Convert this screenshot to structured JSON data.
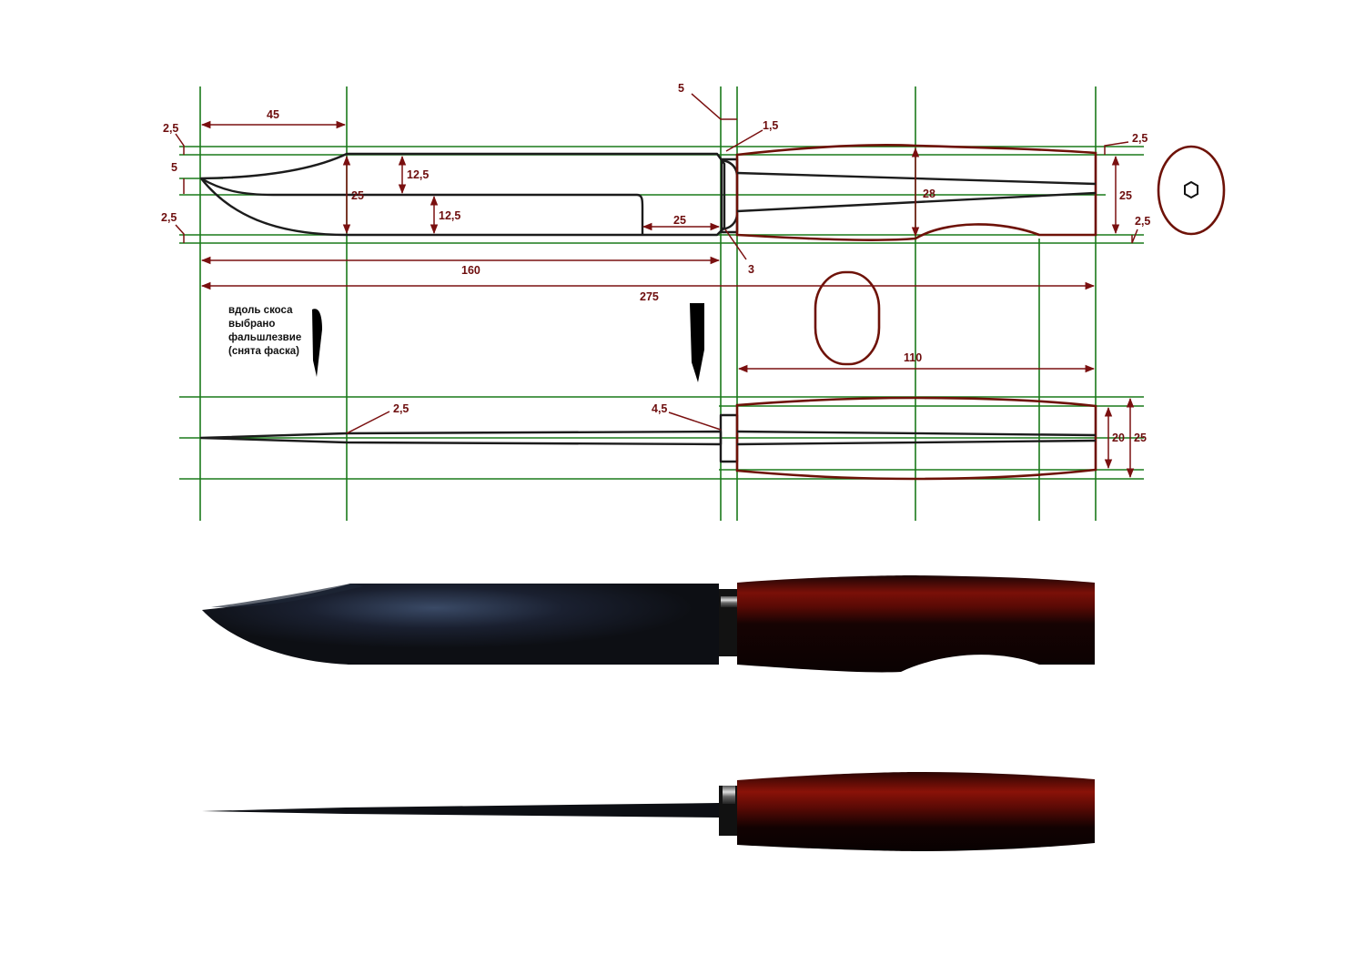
{
  "dimensions": {
    "d45": "45",
    "d5_ricasso": "5",
    "d1_5": "1,5",
    "d2_5_top_left": "2,5",
    "d5_tip": "5",
    "d2_5_bottom_left": "2,5",
    "d12_5_upper": "12,5",
    "d25_blade": "25",
    "d12_5_lower": "12,5",
    "d25_fuller": "25",
    "d3": "3",
    "d28": "28",
    "d25_handle": "25",
    "d2_5_top_right": "2,5",
    "d2_5_bottom_right": "2,5",
    "d160": "160",
    "d275": "275",
    "d110": "110",
    "d2_5_spine": "2,5",
    "d4_5": "4,5",
    "d20": "20",
    "d25_top_view": "25"
  },
  "note": {
    "line1": "вдоль скоса",
    "line2": "выбрано",
    "line3": "фальшлезвие",
    "line4": "(снята фаска)"
  },
  "colors": {
    "guide": "#1a7a1a",
    "dimension": "#7a1010",
    "handle_wood": "#7a1008",
    "blade_steel": "#111418"
  }
}
